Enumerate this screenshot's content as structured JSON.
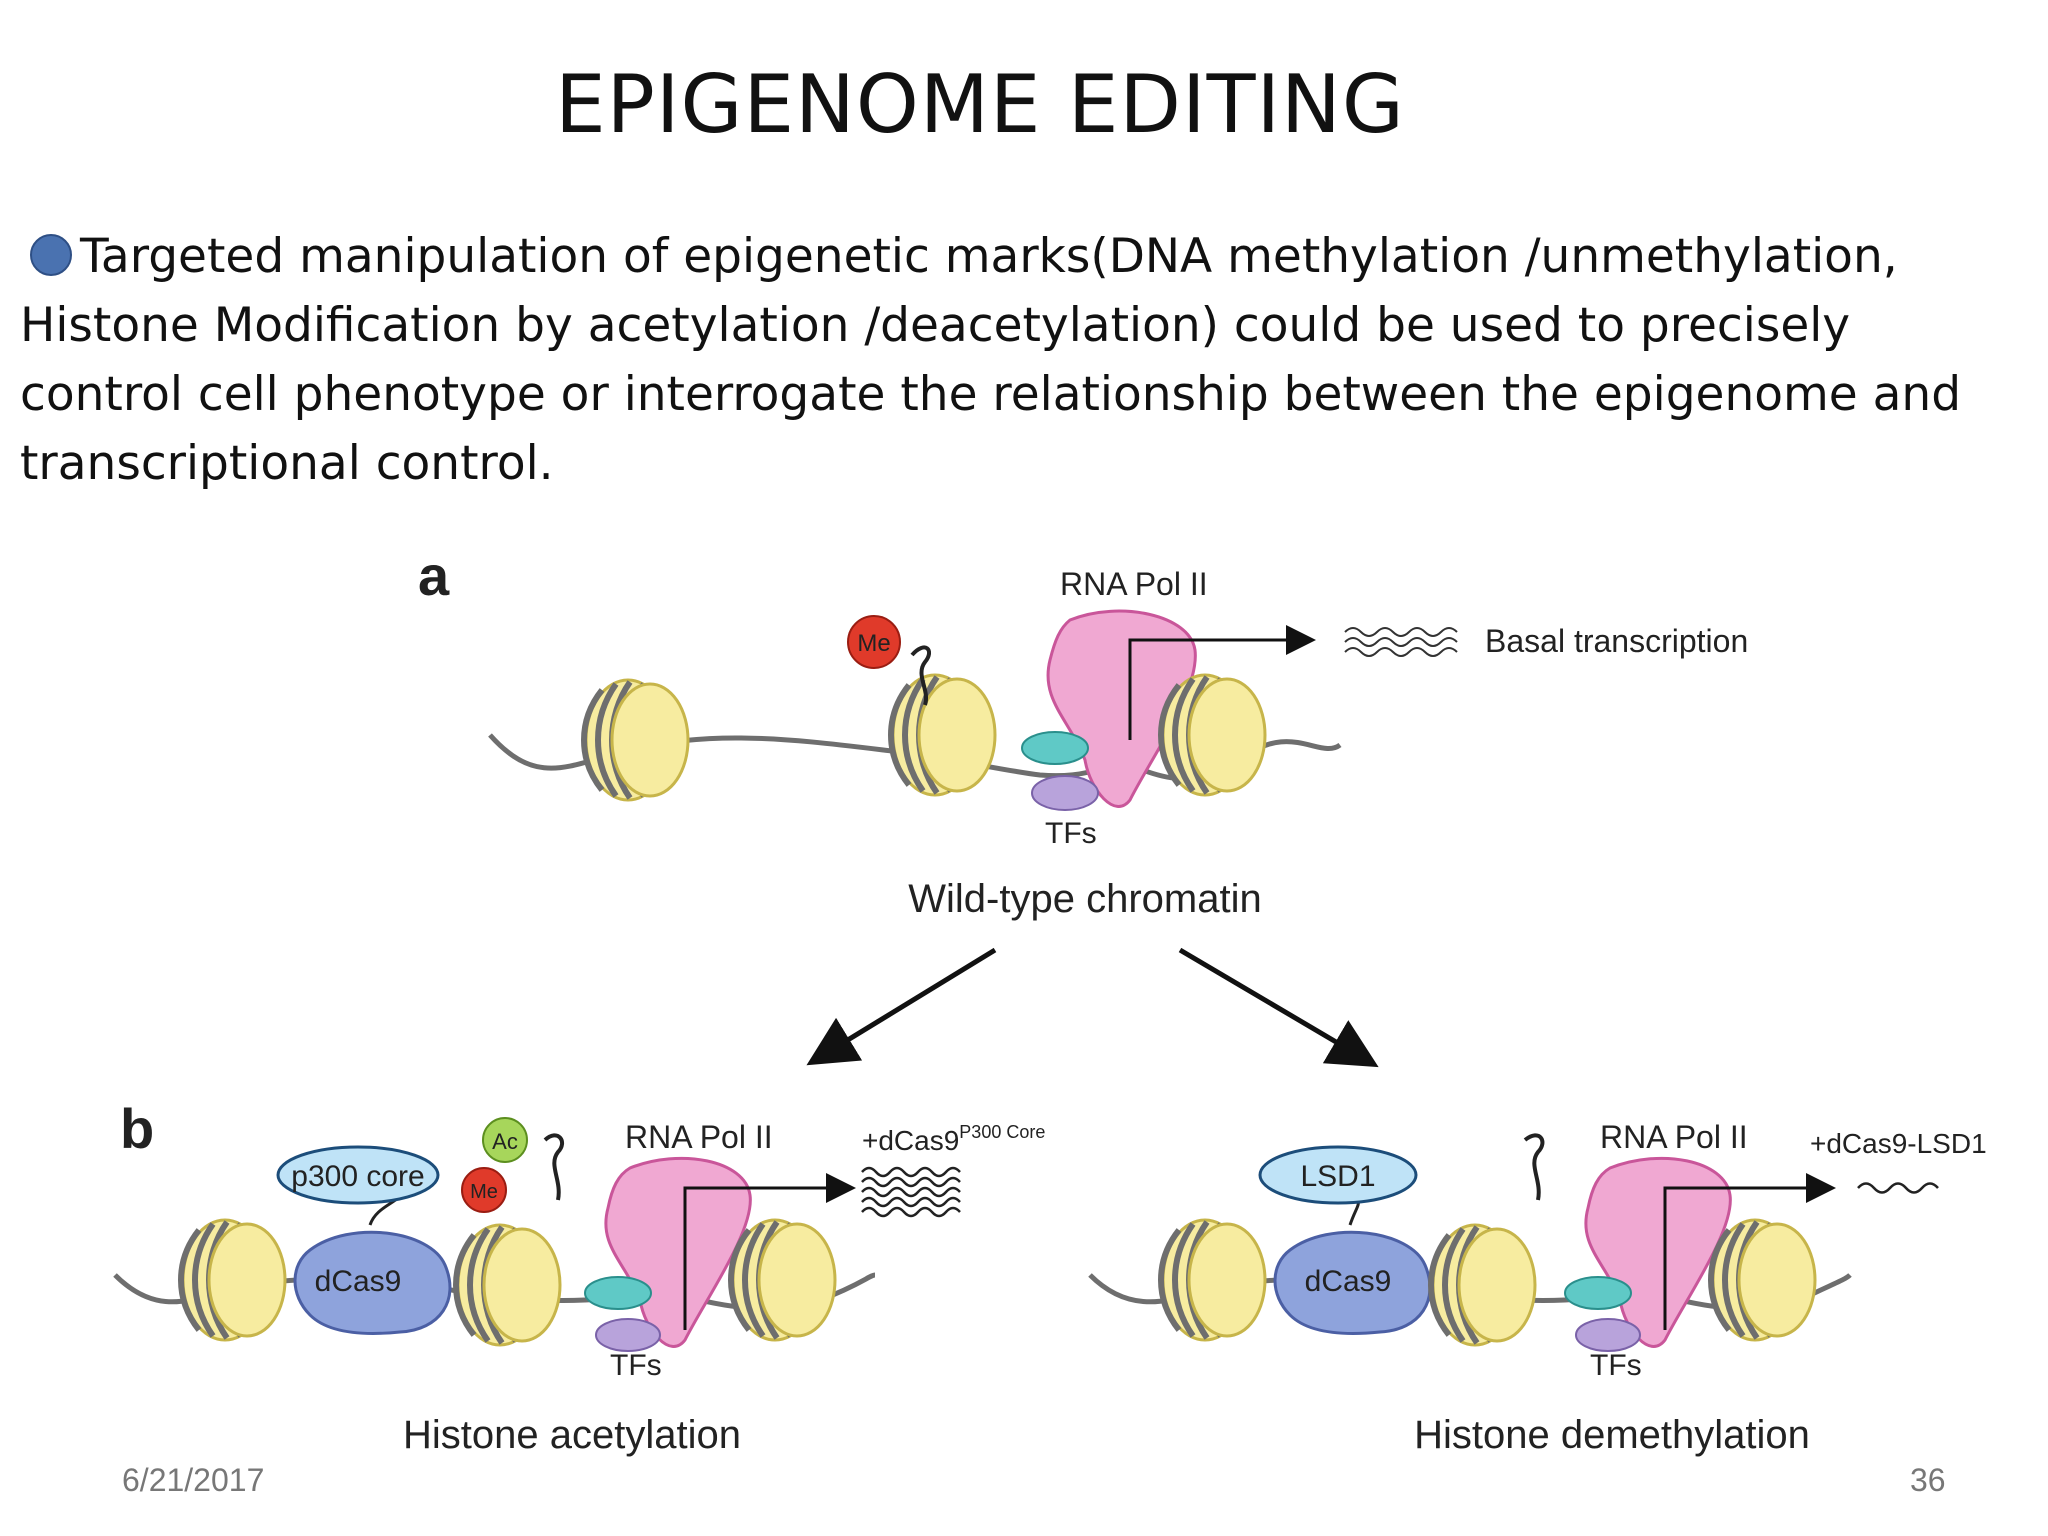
{
  "slide": {
    "title": "EPIGENOME  EDITING",
    "body": "Targeted manipulation of epigenetic marks(DNA methylation /unmethylation, Histone Modification by acetylation /deacetylation) could be used to precisely control cell phenotype or interrogate the relationship between the epigenome and transcriptional control.",
    "date": "6/21/2017",
    "page_number": "36"
  },
  "figure": {
    "panel_a": {
      "letter": "a",
      "rna_pol": "RNA Pol II",
      "me_mark": "Me",
      "output_label": "Basal transcription",
      "tfs": "TFs",
      "caption": "Wild-type chromatin"
    },
    "panel_b": {
      "letter": "b",
      "left": {
        "p300": "p300 core",
        "dcas9": "dCas9",
        "ac_mark": "Ac",
        "me_mark": "Me",
        "rna_pol": "RNA Pol II",
        "output_prefix": "+dCas9",
        "output_super": "P300 Core",
        "tfs": "TFs",
        "caption": "Histone acetylation"
      },
      "right": {
        "lsd1": "LSD1",
        "dcas9": "dCas9",
        "rna_pol": "RNA Pol II",
        "output_label": "+dCas9-LSD1",
        "tfs": "TFs",
        "caption": "Histone demethylation"
      }
    }
  },
  "colors": {
    "nucleosome": "#f7eca0",
    "nucleosome_edge": "#c7b54a",
    "pol": "#f0a8d2",
    "tf_teal": "#5fc9c6",
    "tf_purple": "#b8a3db",
    "dcas9": "#8ea3dc",
    "me_red": "#e03a2a",
    "ac_green": "#a7d65b",
    "bullet": "#4a72b0"
  }
}
